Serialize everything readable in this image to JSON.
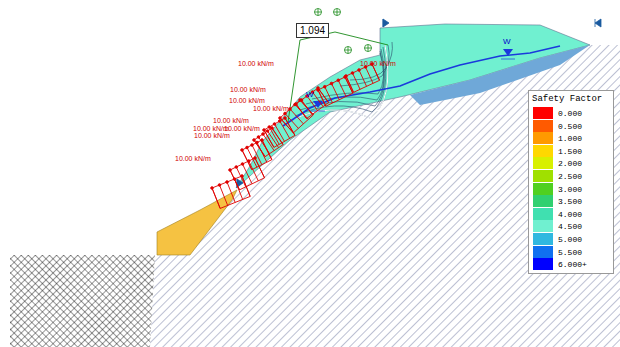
{
  "diagram": {
    "nodes": [
      {
        "text": [
          "1.094"
        ]
      }
    ],
    "labels": [
      "10.00 kN/m",
      "10.00 kN/m",
      "10.00 kN/m",
      "10.00 kN/m",
      "10.00 kN/m",
      "10.00 kN/m",
      "10.00 kN/m",
      "10.00 kN/m",
      "10.00 kN/m",
      "10.00 kN/m",
      "W",
      "W",
      "Safety Factor"
    ],
    "legend": [
      {
        "text": "0.000",
        "color": "#ff0000"
      },
      {
        "text": "0.500",
        "color": "#ff5a00"
      },
      {
        "text": "1.000",
        "color": "#ff9a00"
      },
      {
        "text": "1.500",
        "color": "#ffd800"
      },
      {
        "text": "2.000",
        "color": "#d8f000"
      },
      {
        "text": "2.500",
        "color": "#a0e000"
      },
      {
        "text": "3.000",
        "color": "#50d020"
      },
      {
        "text": "3.500",
        "color": "#30d070"
      },
      {
        "text": "4.000",
        "color": "#40e0b0"
      },
      {
        "text": "4.500",
        "color": "#70f0d0"
      },
      {
        "text": "5.000",
        "color": "#30b8e0"
      },
      {
        "text": "5.500",
        "color": "#1070f0"
      },
      {
        "text": "6.000+",
        "color": "#0000ff"
      }
    ]
  }
}
